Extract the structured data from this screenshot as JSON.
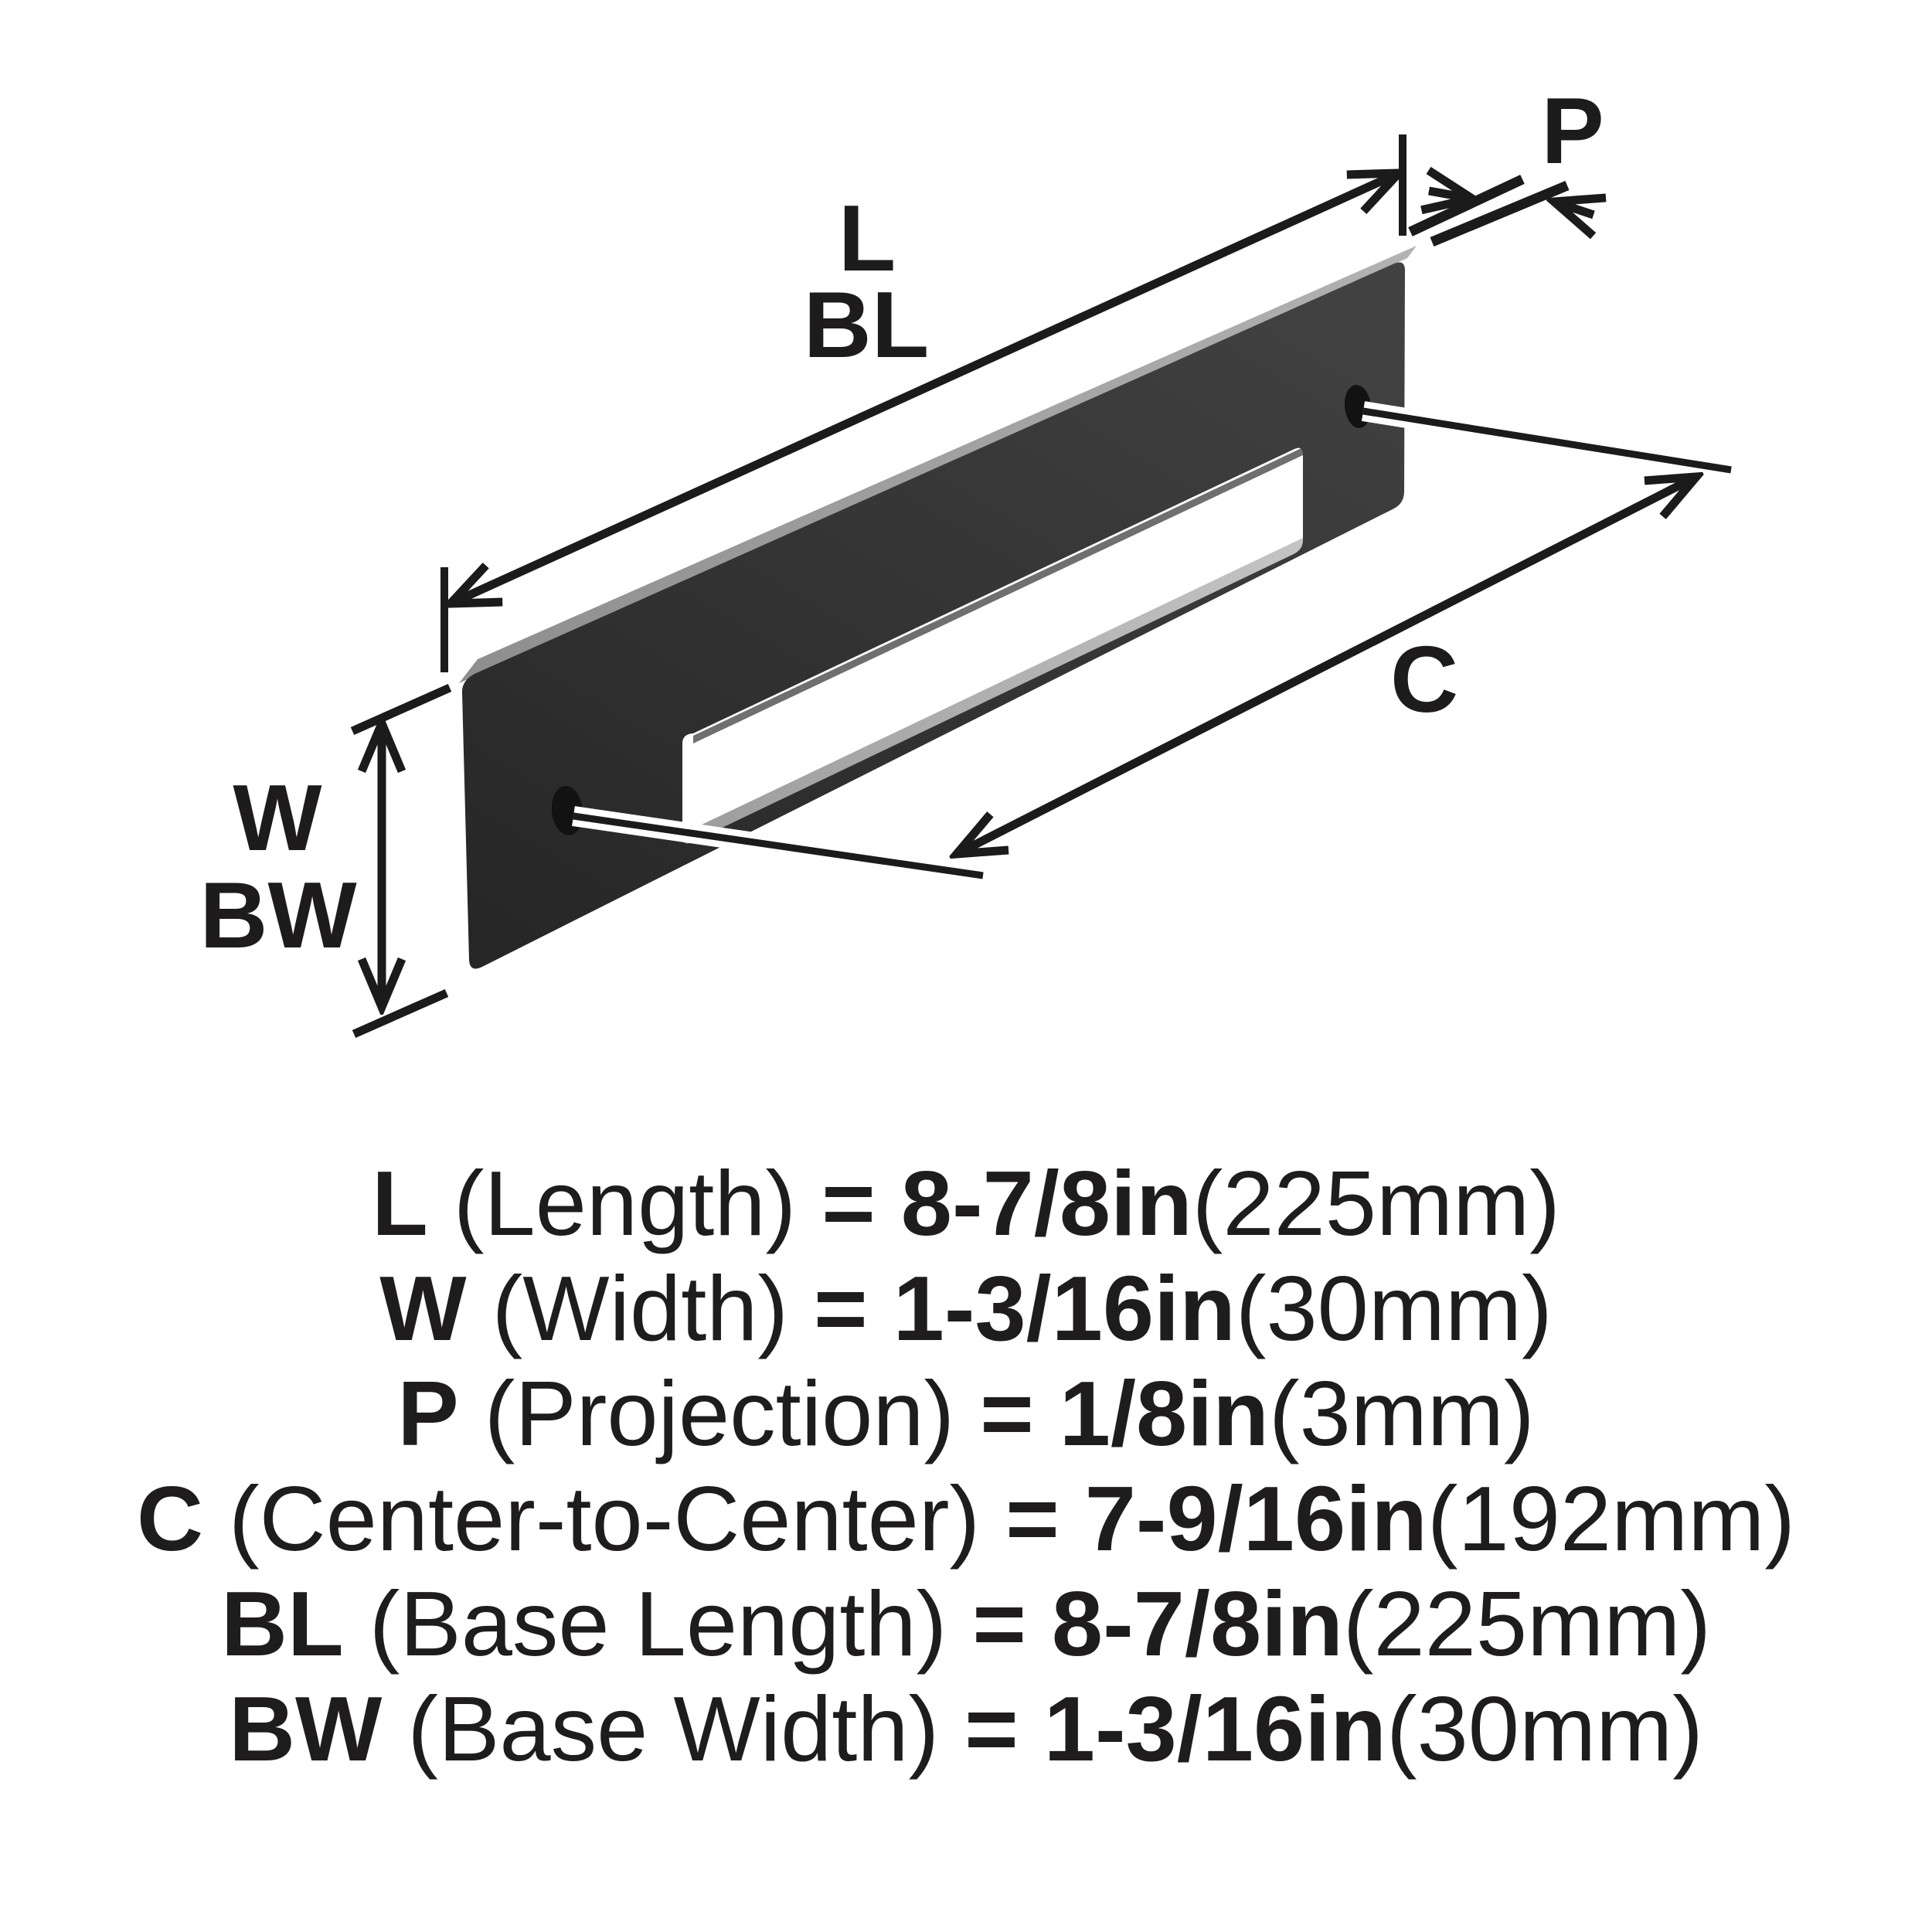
{
  "diagram": {
    "labels": {
      "length": "L",
      "base_length": "BL",
      "projection": "P",
      "center_to_center": "C",
      "width": "W",
      "base_width": "BW"
    }
  },
  "legend": {
    "equals": "=",
    "rows": [
      {
        "symbol": "L",
        "name": "(Length)",
        "imperial": "8-7/8in",
        "metric": "(225mm)"
      },
      {
        "symbol": "W",
        "name": "(Width)",
        "imperial": "1-3/16in",
        "metric": "(30mm)"
      },
      {
        "symbol": "P",
        "name": "(Projection)",
        "imperial": "1/8in",
        "metric": "(3mm)"
      },
      {
        "symbol": "C",
        "name": "(Center-to-Center)",
        "imperial": "7-9/16in",
        "metric": "(192mm)"
      },
      {
        "symbol": "BL",
        "name": "(Base Length)",
        "imperial": "8-7/8in",
        "metric": "(225mm)"
      },
      {
        "symbol": "BW",
        "name": "(Base Width)",
        "imperial": "1-3/16in",
        "metric": "(30mm)"
      }
    ]
  },
  "colors": {
    "background": "#ffffff",
    "dimension_line": "#1b1b1b",
    "text": "#1f1c1d",
    "handle_face_light": "#3f3f3f",
    "handle_face_dark": "#272727",
    "handle_top_edge": "#9e9e9e",
    "handle_inner_ledge": "#b0b0b0",
    "screw_hole": "#121212"
  }
}
